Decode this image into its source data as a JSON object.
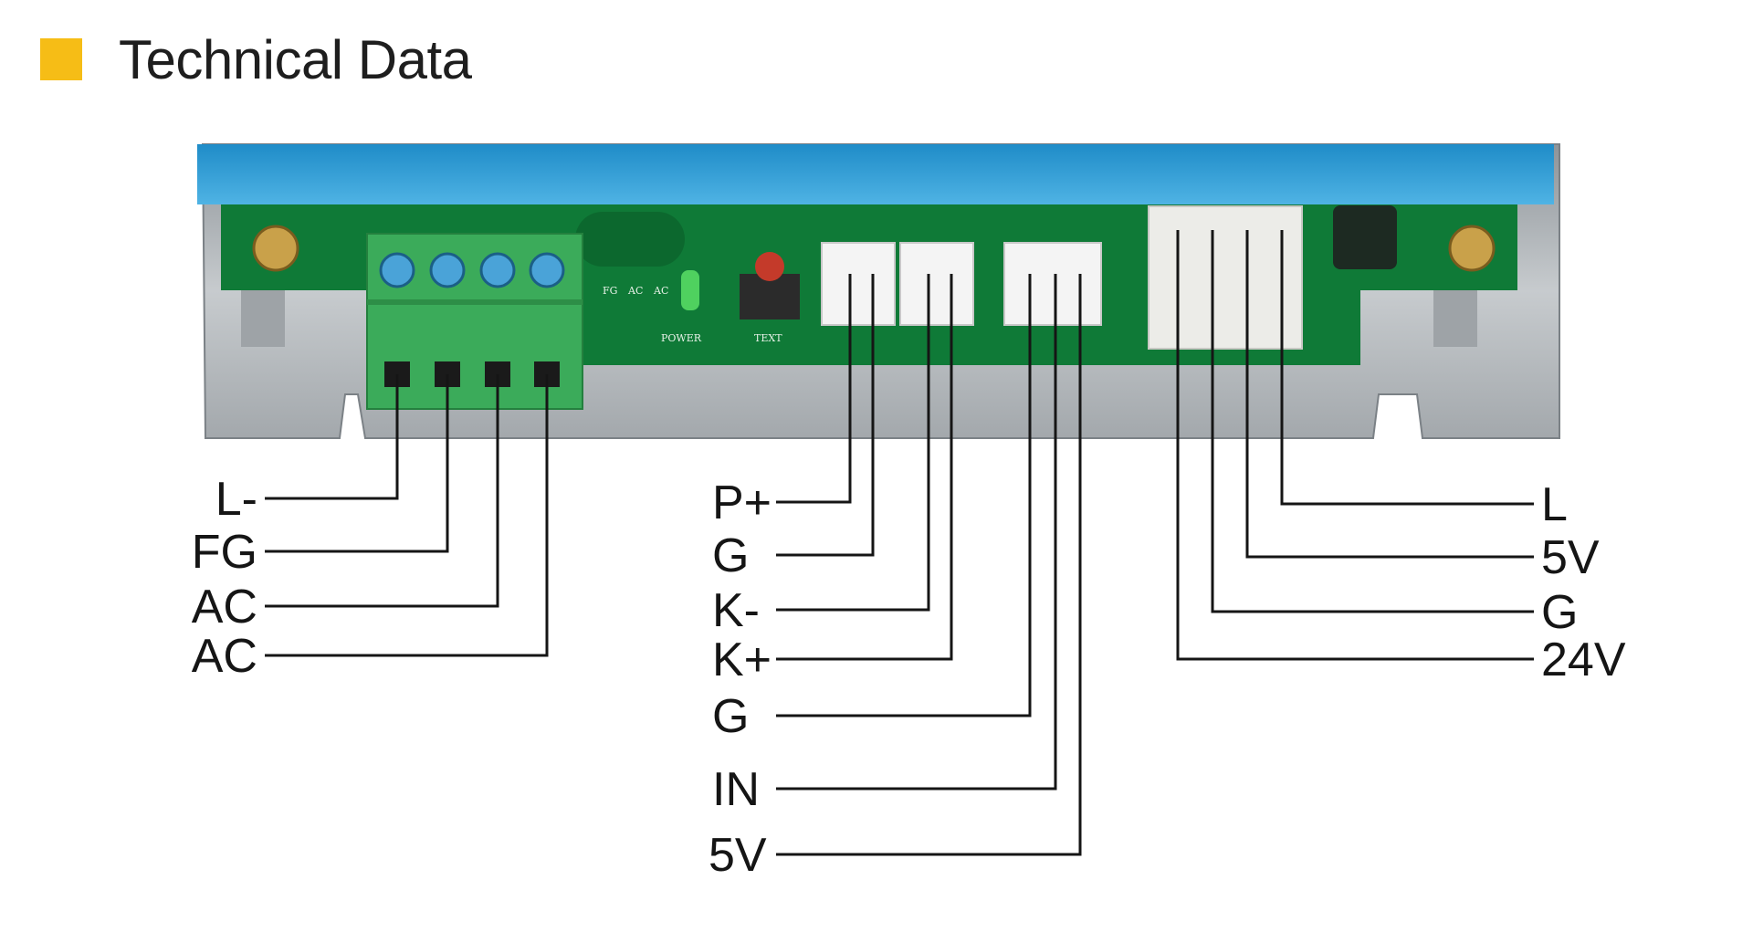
{
  "heading": {
    "title": "Technical Data"
  },
  "colors": {
    "accent": "#f6bd16",
    "case_blue": "#2f9fd6",
    "pcb_green": "#0f7a37",
    "terminal_green": "#3bab5a",
    "metal": "#b7bcc0"
  },
  "board": {
    "silkscreen": {
      "power": "POWER",
      "test": "TEXT",
      "fg": "FG",
      "ac1": "AC",
      "ac2": "AC"
    }
  },
  "pin_groups": {
    "terminal_block": {
      "labels": [
        "L-",
        "FG",
        "AC",
        "AC"
      ]
    },
    "signal_connectors": {
      "labels": [
        "P+",
        "G",
        "K-",
        "K+",
        "G",
        "IN",
        "5V"
      ]
    },
    "power_connector": {
      "labels": [
        "L",
        "5V",
        "G",
        "24V"
      ]
    }
  }
}
